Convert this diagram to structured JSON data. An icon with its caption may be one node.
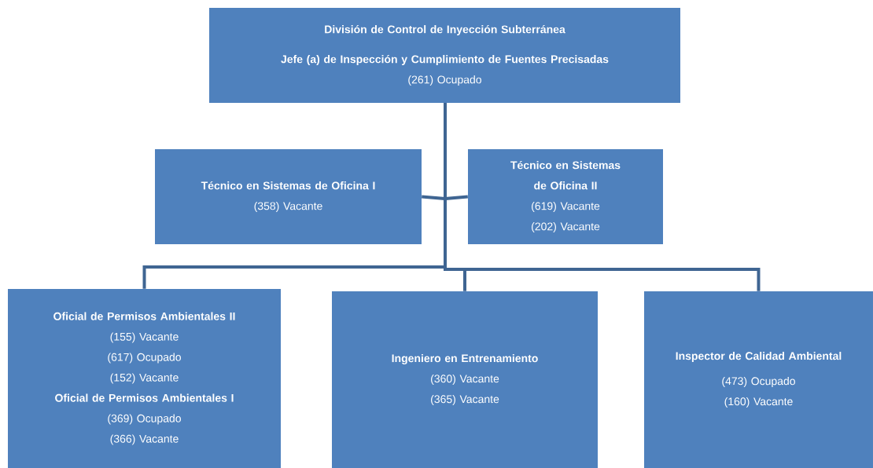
{
  "diagram": {
    "nodes": [
      {
        "text": [
          "División de Control de Inyección Subterránea",
          "Jefe (a) de Inspección y Cumplimiento de Fuentes Precisadas",
          "(261) Ocupado"
        ]
      },
      {
        "text": [
          "Técnico en Sistemas de Oficina I",
          "(358) Vacante"
        ]
      },
      {
        "text": [
          "Técnico en Sistemas de Oficina II",
          "(619) Vacante",
          "(202) Vacante"
        ]
      },
      {
        "text": [
          "Oficial de Permisos Ambientales II",
          "(155) Vacante",
          "(617) Ocupado",
          "(152) Vacante",
          "Oficial de Permisos Ambientales I",
          "(369) Ocupado",
          "(366) Vacante"
        ]
      },
      {
        "text": [
          "Ingeniero en Entrenamiento",
          "(360) Vacante",
          "(365) Vacante"
        ]
      },
      {
        "text": [
          "Inspector de Calidad Ambiental",
          "(473) Ocupado",
          "(160) Vacante"
        ]
      }
    ],
    "edges": [
      {
        "from": 0,
        "to": 1,
        "arrow": "none"
      },
      {
        "from": 0,
        "to": 2,
        "arrow": "none"
      },
      {
        "from": 0,
        "to": 3,
        "arrow": "none"
      },
      {
        "from": 0,
        "to": 4,
        "arrow": "none"
      },
      {
        "from": 0,
        "to": 5,
        "arrow": "none"
      }
    ]
  }
}
